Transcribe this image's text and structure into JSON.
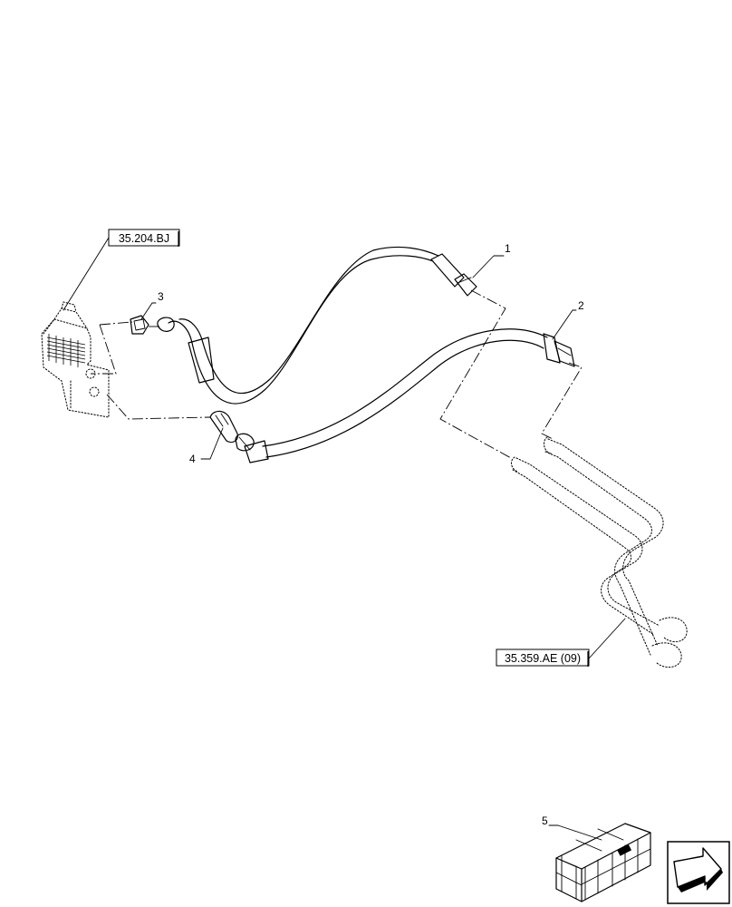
{
  "reference_labels": {
    "valve_ref": "35.204.BJ",
    "cooler_ref": "35.359.AE (09)"
  },
  "callouts": {
    "hose_1": "1",
    "hose_2": "2",
    "fitting_3": "3",
    "elbow_4": "4",
    "kit_5": "5"
  },
  "icons": {
    "next_page": "arrow-icon",
    "kit": "crate-icon"
  }
}
